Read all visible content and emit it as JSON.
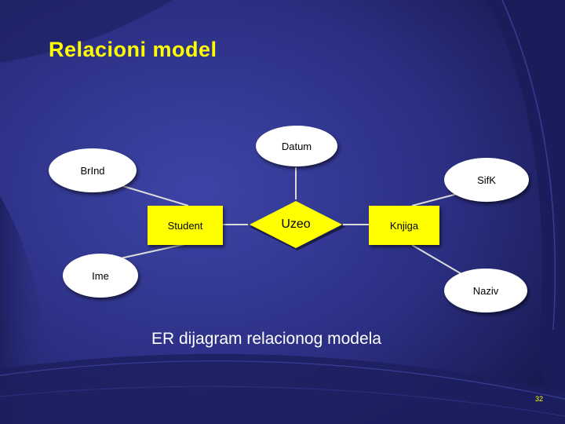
{
  "slide": {
    "title": "Relacioni model",
    "caption": "ER dijagram relacionog modela",
    "page_number": "32"
  },
  "diagram": {
    "entities": [
      "Student",
      "Knjiga"
    ],
    "relationship": "Uzeo",
    "attributes": {
      "student": [
        "BrInd",
        "Ime"
      ],
      "relationship": [
        "Datum"
      ],
      "knjiga": [
        "SifK",
        "Naziv"
      ]
    },
    "edges": [
      [
        "BrInd",
        "Student"
      ],
      [
        "Ime",
        "Student"
      ],
      [
        "Datum",
        "Uzeo"
      ],
      [
        "SifK",
        "Knjiga"
      ],
      [
        "Naziv",
        "Knjiga"
      ]
    ]
  },
  "colors": {
    "title": "#ffff00",
    "caption": "#ffffff",
    "entity_fill": "#ffff00",
    "attribute_fill": "#ffffff",
    "line": "#dcdcdc",
    "background": "#2e3280"
  }
}
